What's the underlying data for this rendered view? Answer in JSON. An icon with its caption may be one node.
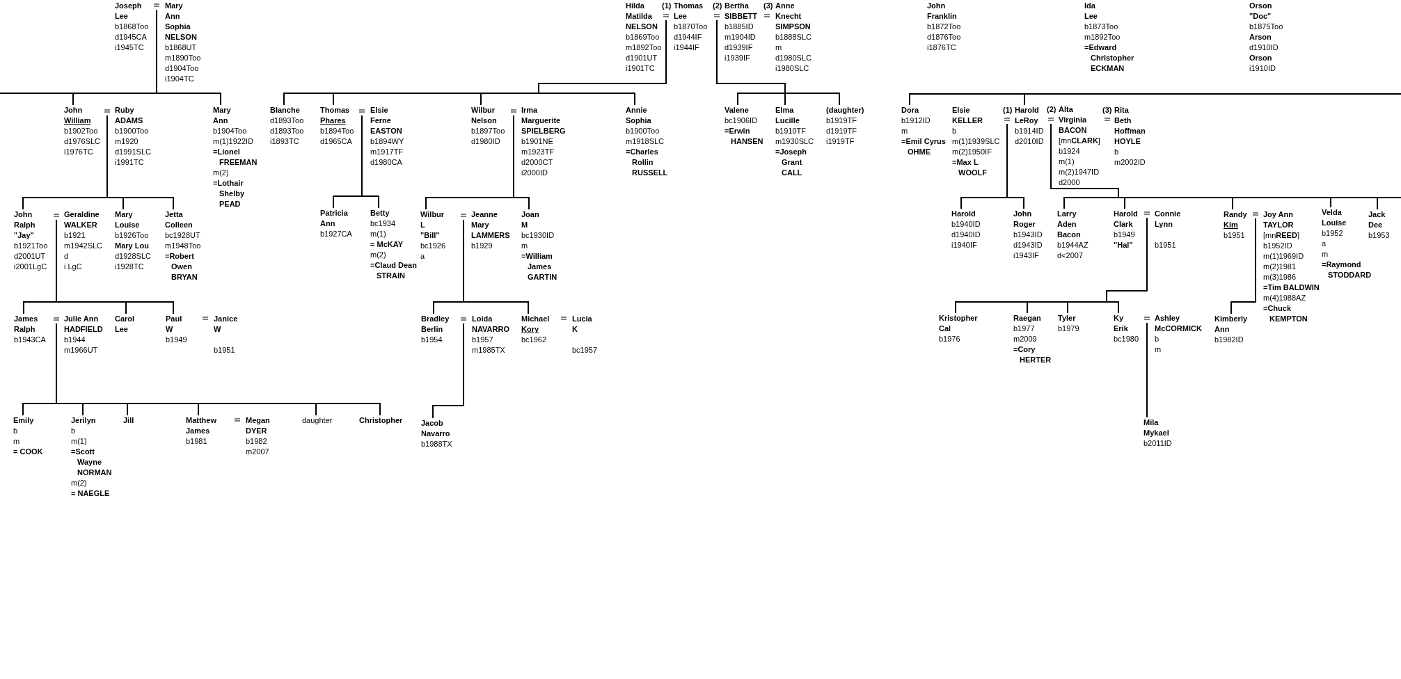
{
  "diagram": {
    "nodes": [
      {
        "text": [
          "Joseph Lee",
          "b1868Too",
          "d1945CA",
          "i1945TC"
        ]
      },
      {
        "text": [
          "Mary Ann Sophia NELSON",
          "b1868UT",
          "m1890Too",
          "d1904Too",
          "i1904TC"
        ]
      },
      {
        "text": [
          "Hilda Matilda NELSON",
          "b1869Too",
          "m1892Too",
          "d1901UT",
          "i1901TC"
        ]
      },
      {
        "text": [
          "Thomas Lee",
          "b1870Too",
          "d1944IF",
          "i1944IF"
        ],
        "beside": [
          "(1)"
        ]
      },
      {
        "text": [
          "Bertha SIBBETT",
          "b1885ID",
          "m1904ID",
          "d1939IF",
          "i1939IF"
        ],
        "beside": [
          "(2)"
        ]
      },
      {
        "text": [
          "Anne Knecht SIMPSON",
          "b1888SLC",
          "m",
          "d1980SLC",
          "i1980SLC"
        ],
        "beside": [
          "(3)"
        ]
      },
      {
        "text": [
          "John Franklin",
          "b1872Too",
          "d1876Too",
          "i1876TC"
        ]
      },
      {
        "text": [
          "Ida Lee",
          "b1873Too",
          "m1892Too",
          "**=Edward Christopher ECKMAN**"
        ]
      },
      {
        "text": [
          "Orson \"Doc\"",
          "b1875Too",
          "**Arson**",
          "d1910ID",
          "**Orson**",
          "i1910ID"
        ]
      },
      {
        "text": [
          "John William",
          "b1902Too",
          "d1976SLC",
          "i1976TC"
        ]
      },
      {
        "text": [
          "Ruby ADAMS",
          "b1900Too",
          "m1920",
          "d1991SLC",
          "i1991TC"
        ]
      },
      {
        "text": [
          "Mary Ann",
          "b1904Too",
          "m(1)1922ID",
          "**=Lionel FREEMAN**",
          "m(2)",
          "**=Lothair Shelby PEAD**"
        ]
      },
      {
        "text": [
          "Blanche",
          "d1893Too",
          "d1893Too",
          "i1893TC"
        ]
      },
      {
        "text": [
          "Thomas Phares",
          "b1894Too",
          "d1965CA"
        ]
      },
      {
        "text": [
          "Elsie Ferne EASTON",
          "b1894WY",
          "m1917TF",
          "d1980CA"
        ]
      },
      {
        "text": [
          "Wilbur Nelson",
          "b1897Too",
          "d1980ID"
        ]
      },
      {
        "text": [
          "Irma Marguerite SPIELBERG",
          "b1901NE",
          "m1923TF",
          "d2000CT",
          "i2000ID"
        ]
      },
      {
        "text": [
          "Annie Sophia",
          "b1900Too",
          "m1918SLC",
          "**=Charles Rollin RUSSELL**"
        ]
      },
      {
        "text": [
          "Valene",
          "bc1906ID",
          "**=Erwin HANSEN**"
        ]
      },
      {
        "text": [
          "Elma Lucille",
          "b1910TF",
          "m1930SLC",
          "**=Joseph Grant CALL**"
        ]
      },
      {
        "text": [
          "(daughter)",
          "b1919TF",
          "d1919TF",
          "i1919TF"
        ]
      },
      {
        "text": [
          "Dora",
          "b1912ID",
          "m",
          "**=Emil Cyrus OHME**"
        ]
      },
      {
        "text": [
          "Elsie KELLER",
          "b",
          "m(1)1939SLC",
          "m(2)1950IF",
          "**=Max L WOOLF**"
        ]
      },
      {
        "text": [
          "Harold LeRoy",
          "b1914ID",
          "d2010ID"
        ],
        "beside": [
          "(1)"
        ]
      },
      {
        "text": [
          "Alta Virginia BACON",
          "[mn**CLARK**]",
          "b1924",
          "m(1)",
          "m(2)1947ID",
          "d2000"
        ],
        "beside": [
          "(2)"
        ]
      },
      {
        "text": [
          "Rita Beth Hoffman HOYLE",
          "b",
          "m2002ID"
        ],
        "beside": [
          "(3)"
        ]
      },
      {
        "text": [
          "John Ralph \"Jay\"",
          "b1921Too",
          "d2001UT",
          "i2001LgC"
        ]
      },
      {
        "text": [
          "Geraldine WALKER",
          "b1921",
          "m1942SLC",
          "d",
          "i LgC"
        ]
      },
      {
        "text": [
          "Mary Louise",
          "b1926Too",
          "**Mary Lou**",
          "d1928SLC",
          "i1928TC"
        ]
      },
      {
        "text": [
          "Jetta Colleen",
          "bc1928UT",
          "m1948Too",
          "**=Robert Owen BRYAN**"
        ]
      },
      {
        "text": [
          "Patricia Ann",
          "b1927CA"
        ]
      },
      {
        "text": [
          "Betty",
          "bc1934",
          "m(1)",
          "**= McKAY**",
          "m(2)",
          "**=Claud Dean STRAIN**"
        ]
      },
      {
        "text": [
          "Wilbur L \"Bill\"",
          "bc1926",
          "a"
        ]
      },
      {
        "text": [
          "Jeanne Mary LAMMERS",
          "b1929"
        ]
      },
      {
        "text": [
          "Joan M",
          "bc1930ID",
          "m",
          "**=William James GARTIN**"
        ]
      },
      {
        "text": [
          "Harold",
          "b1940ID",
          "d1940ID",
          "i1940IF"
        ]
      },
      {
        "text": [
          "John Roger",
          "b1943ID",
          "d1943ID",
          "i1943IF"
        ]
      },
      {
        "text": [
          "Larry Aden Bacon",
          "b1944AZ",
          "d<2007"
        ]
      },
      {
        "text": [
          "Harold Clark",
          "b1949",
          "**\"Hal\"**"
        ]
      },
      {
        "text": [
          "Connie Lynn",
          "b1951"
        ]
      },
      {
        "text": [
          "Randy Kim",
          "b1951"
        ]
      },
      {
        "text": [
          "Joy Ann TAYLOR",
          "[mn**REED**]",
          "b1952ID",
          "m(1)1969ID",
          "m(2)1981",
          "m(3)1986",
          "**=Tim BALDWIN**",
          "m(4)1988AZ",
          "**=Chuck KEMPTON**"
        ]
      },
      {
        "text": [
          "Velda Louise",
          "b1952",
          "a",
          "m",
          "**=Raymond STODDARD**"
        ]
      },
      {
        "text": [
          "Jack Dee",
          "b1953"
        ]
      },
      {
        "text": [
          "James Ralph",
          "b1943CA"
        ]
      },
      {
        "text": [
          "Julie Ann HADFIELD",
          "b1944",
          "m1966UT"
        ]
      },
      {
        "text": [
          "Carol Lee"
        ]
      },
      {
        "text": [
          "Paul W",
          "b1949"
        ]
      },
      {
        "text": [
          "Janice W",
          "b1951"
        ]
      },
      {
        "text": [
          "Bradley Berlin",
          "b1954"
        ]
      },
      {
        "text": [
          "Loida NAVARRO",
          "b1957",
          "m1985TX"
        ]
      },
      {
        "text": [
          "Michael Kory",
          "bc1962"
        ]
      },
      {
        "text": [
          "Lucia K",
          "bc1957"
        ]
      },
      {
        "text": [
          "Kristopher Cal",
          "b1976"
        ]
      },
      {
        "text": [
          "Raegan",
          "b1977",
          "m2009",
          "**=Cory HERTER**"
        ]
      },
      {
        "text": [
          "Tyler",
          "b1979"
        ]
      },
      {
        "text": [
          "Ky Erik",
          "bc1980"
        ]
      },
      {
        "text": [
          "Ashley McCORMICK",
          "b",
          "m"
        ]
      },
      {
        "text": [
          "Kimberly Ann",
          "b1982ID"
        ]
      },
      {
        "text": [
          "Emily",
          "b",
          "m",
          "**= COOK**"
        ]
      },
      {
        "text": [
          "Jerilyn",
          "b",
          "m(1)",
          "**=Scott Wayne NORMAN**",
          "m(2)",
          "**= NAEGLE**"
        ]
      },
      {
        "text": [
          "Jill"
        ]
      },
      {
        "text": [
          "Matthew James",
          "b1981"
        ]
      },
      {
        "text": [
          "Megan DYER",
          "b1982",
          "m2007"
        ]
      },
      {
        "text": [
          "daughter"
        ]
      },
      {
        "text": [
          "Christopher"
        ]
      },
      {
        "text": [
          "Jacob Navarro",
          "b1988TX"
        ]
      },
      {
        "text": [
          "Mila Mykael",
          "b2011ID"
        ]
      }
    ],
    "edges": [
      {
        "from": 0,
        "to": 9,
        "arrow": "none"
      },
      {
        "from": 0,
        "to": 11,
        "arrow": "none"
      },
      {
        "from": 2,
        "to": 12,
        "arrow": "none"
      },
      {
        "from": 2,
        "to": 13,
        "arrow": "none"
      },
      {
        "from": 2,
        "to": 15,
        "arrow": "none"
      },
      {
        "from": 2,
        "to": 17,
        "arrow": "none"
      },
      {
        "from": 3,
        "to": 18,
        "arrow": "none"
      },
      {
        "from": 3,
        "to": 19,
        "arrow": "none"
      },
      {
        "from": 3,
        "to": 20,
        "arrow": "none"
      },
      {
        "from": null,
        "to": 21,
        "arrow": "none"
      },
      {
        "from": null,
        "to": 23,
        "arrow": "none"
      },
      {
        "from": 9,
        "to": 26,
        "arrow": "none"
      },
      {
        "from": 9,
        "to": 28,
        "arrow": "none"
      },
      {
        "from": 9,
        "to": 29,
        "arrow": "none"
      },
      {
        "from": 13,
        "to": 30,
        "arrow": "none"
      },
      {
        "from": 13,
        "to": 31,
        "arrow": "none"
      },
      {
        "from": 15,
        "to": 32,
        "arrow": "none"
      },
      {
        "from": 15,
        "to": 34,
        "arrow": "none"
      },
      {
        "from": 22,
        "to": 35,
        "arrow": "none"
      },
      {
        "from": 22,
        "to": 36,
        "arrow": "none"
      },
      {
        "from": 23,
        "to": 37,
        "arrow": "none"
      },
      {
        "from": 23,
        "to": 38,
        "arrow": "none"
      },
      {
        "from": 23,
        "to": 40,
        "arrow": "none"
      },
      {
        "from": 23,
        "to": 42,
        "arrow": "none"
      },
      {
        "from": 23,
        "to": 43,
        "arrow": "none"
      },
      {
        "from": 26,
        "to": 44,
        "arrow": "none"
      },
      {
        "from": 26,
        "to": 46,
        "arrow": "none"
      },
      {
        "from": 26,
        "to": 47,
        "arrow": "none"
      },
      {
        "from": 32,
        "to": 49,
        "arrow": "none"
      },
      {
        "from": 32,
        "to": 51,
        "arrow": "none"
      },
      {
        "from": 38,
        "to": 53,
        "arrow": "none"
      },
      {
        "from": 38,
        "to": 54,
        "arrow": "none"
      },
      {
        "from": 38,
        "to": 55,
        "arrow": "none"
      },
      {
        "from": 38,
        "to": 56,
        "arrow": "none"
      },
      {
        "from": 40,
        "to": 58,
        "arrow": "none"
      },
      {
        "from": 44,
        "to": 59,
        "arrow": "none"
      },
      {
        "from": 44,
        "to": 60,
        "arrow": "none"
      },
      {
        "from": 44,
        "to": 61,
        "arrow": "none"
      },
      {
        "from": 44,
        "to": 62,
        "arrow": "none"
      },
      {
        "from": 44,
        "to": 64,
        "arrow": "none"
      },
      {
        "from": 44,
        "to": 65,
        "arrow": "none"
      },
      {
        "from": 49,
        "to": 66,
        "arrow": "none"
      },
      {
        "from": 56,
        "to": 67,
        "arrow": "none"
      }
    ]
  }
}
